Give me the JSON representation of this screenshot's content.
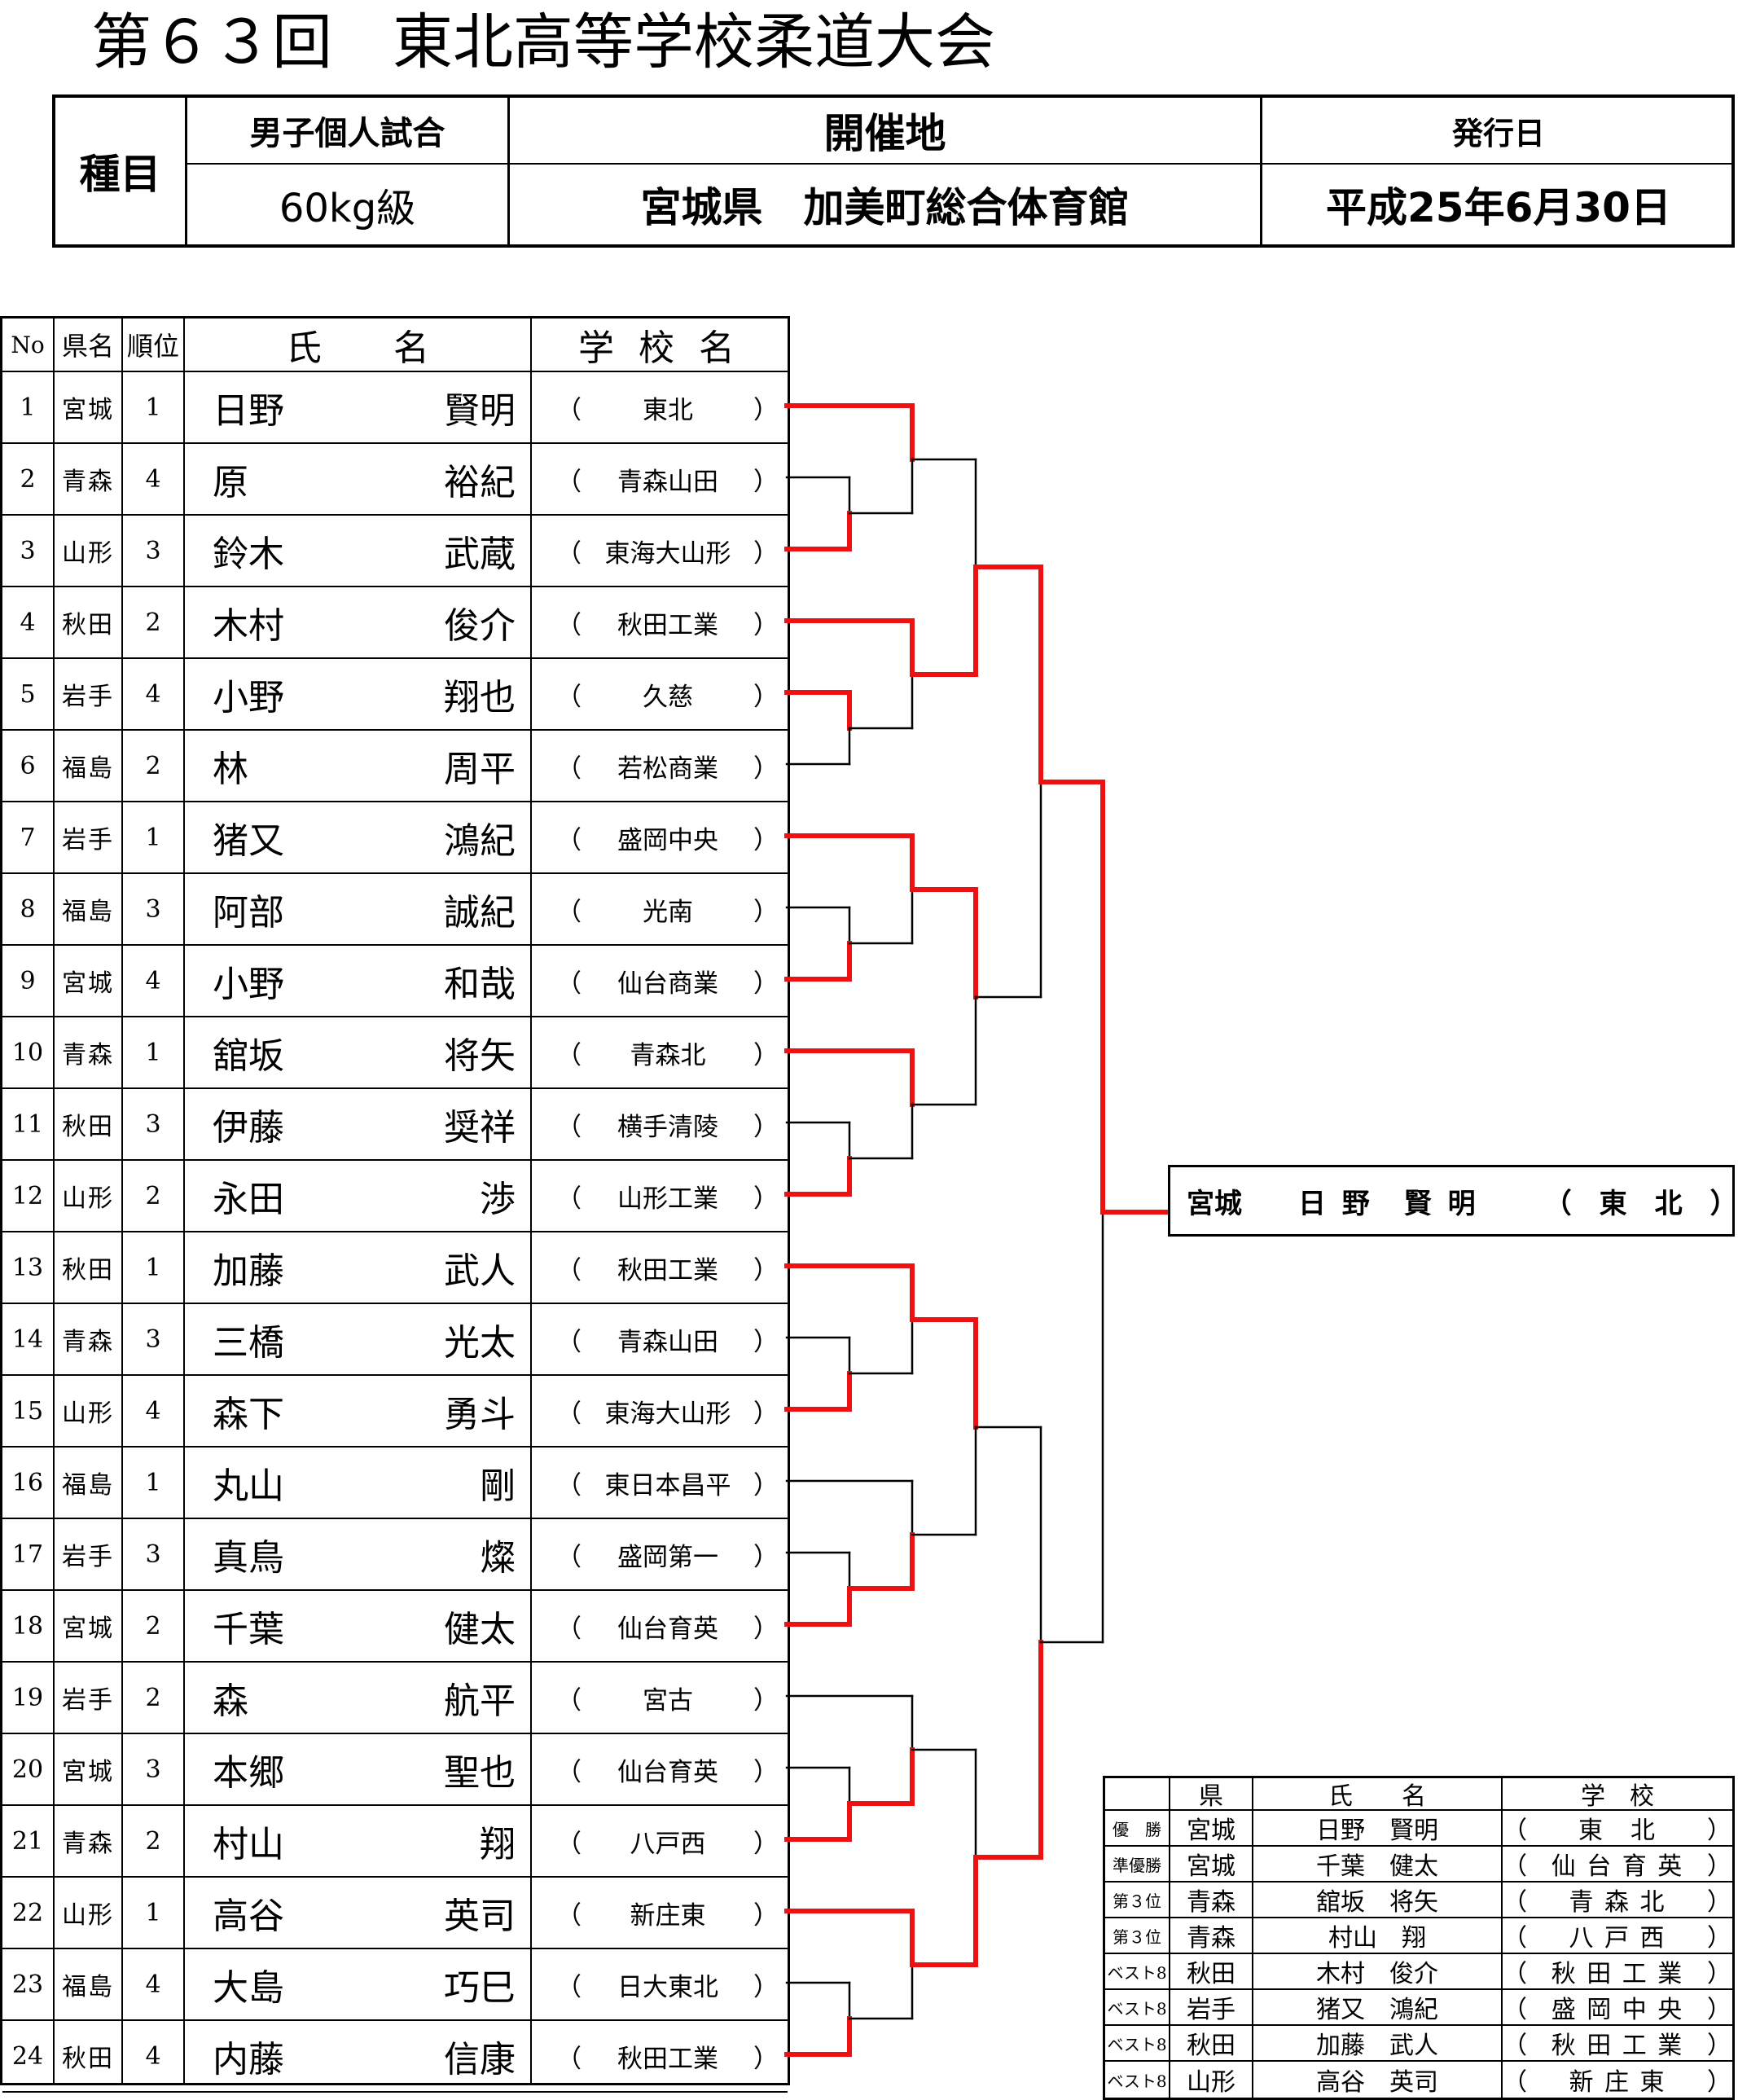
{
  "title": "第６３回　東北高等学校柔道大会",
  "header": {
    "event_label": "種目",
    "event_category": "男子個人試合",
    "weight_class": "60kg級",
    "venue_label": "開催地",
    "venue": "宮城県　加美町総合体育館",
    "date_label": "発行日",
    "date": "平成25年6月30日"
  },
  "columns": {
    "no": "No",
    "pref": "県名",
    "rank": "順位",
    "name": "氏　　名",
    "school": "学 校 名"
  },
  "players": [
    {
      "no": "1",
      "pref": "宮城",
      "rank": "1",
      "family": "日野",
      "given": "賢明",
      "school": "東北"
    },
    {
      "no": "2",
      "pref": "青森",
      "rank": "4",
      "family": "原",
      "given": "裕紀",
      "school": "青森山田"
    },
    {
      "no": "3",
      "pref": "山形",
      "rank": "3",
      "family": "鈴木",
      "given": "武蔵",
      "school": "東海大山形"
    },
    {
      "no": "4",
      "pref": "秋田",
      "rank": "2",
      "family": "木村",
      "given": "俊介",
      "school": "秋田工業"
    },
    {
      "no": "5",
      "pref": "岩手",
      "rank": "4",
      "family": "小野",
      "given": "翔也",
      "school": "久慈"
    },
    {
      "no": "6",
      "pref": "福島",
      "rank": "2",
      "family": "林",
      "given": "周平",
      "school": "若松商業"
    },
    {
      "no": "7",
      "pref": "岩手",
      "rank": "1",
      "family": "猪又",
      "given": "鴻紀",
      "school": "盛岡中央"
    },
    {
      "no": "8",
      "pref": "福島",
      "rank": "3",
      "family": "阿部",
      "given": "誠紀",
      "school": "光南"
    },
    {
      "no": "9",
      "pref": "宮城",
      "rank": "4",
      "family": "小野",
      "given": "和哉",
      "school": "仙台商業"
    },
    {
      "no": "10",
      "pref": "青森",
      "rank": "1",
      "family": "舘坂",
      "given": "将矢",
      "school": "青森北"
    },
    {
      "no": "11",
      "pref": "秋田",
      "rank": "3",
      "family": "伊藤",
      "given": "奨祥",
      "school": "横手清陵"
    },
    {
      "no": "12",
      "pref": "山形",
      "rank": "2",
      "family": "永田",
      "given": "渉",
      "school": "山形工業"
    },
    {
      "no": "13",
      "pref": "秋田",
      "rank": "1",
      "family": "加藤",
      "given": "武人",
      "school": "秋田工業"
    },
    {
      "no": "14",
      "pref": "青森",
      "rank": "3",
      "family": "三橋",
      "given": "光太",
      "school": "青森山田"
    },
    {
      "no": "15",
      "pref": "山形",
      "rank": "4",
      "family": "森下",
      "given": "勇斗",
      "school": "東海大山形"
    },
    {
      "no": "16",
      "pref": "福島",
      "rank": "1",
      "family": "丸山",
      "given": "剛",
      "school": "東日本昌平"
    },
    {
      "no": "17",
      "pref": "岩手",
      "rank": "3",
      "family": "真鳥",
      "given": "燦",
      "school": "盛岡第一"
    },
    {
      "no": "18",
      "pref": "宮城",
      "rank": "2",
      "family": "千葉",
      "given": "健太",
      "school": "仙台育英"
    },
    {
      "no": "19",
      "pref": "岩手",
      "rank": "2",
      "family": "森",
      "given": "航平",
      "school": "宮古"
    },
    {
      "no": "20",
      "pref": "宮城",
      "rank": "3",
      "family": "本郷",
      "given": "聖也",
      "school": "仙台育英"
    },
    {
      "no": "21",
      "pref": "青森",
      "rank": "2",
      "family": "村山",
      "given": "翔",
      "school": "八戸西"
    },
    {
      "no": "22",
      "pref": "山形",
      "rank": "1",
      "family": "高谷",
      "given": "英司",
      "school": "新庄東"
    },
    {
      "no": "23",
      "pref": "福島",
      "rank": "4",
      "family": "大島",
      "given": "巧巳",
      "school": "日大東北"
    },
    {
      "no": "24",
      "pref": "秋田",
      "rank": "4",
      "family": "内藤",
      "given": "信康",
      "school": "秋田工業"
    }
  ],
  "champion": {
    "pref": "宮城",
    "name": "日 野　賢 明",
    "school": "（　東　北　）"
  },
  "results": {
    "headers": {
      "pref": "県",
      "name": "氏　　名",
      "school": "学　校"
    },
    "rows": [
      {
        "place": "優　勝",
        "pref": "宮城",
        "name": "日野　賢明",
        "school": "東　北"
      },
      {
        "place": "準優勝",
        "pref": "宮城",
        "name": "千葉　健太",
        "school": "仙 台 育 英"
      },
      {
        "place": "第３位",
        "pref": "青森",
        "name": "舘坂　将矢",
        "school": "青 森 北"
      },
      {
        "place": "第３位",
        "pref": "青森",
        "name": "村山　翔",
        "school": "八 戸 西"
      },
      {
        "place": "ベスト8",
        "pref": "秋田",
        "name": "木村　俊介",
        "school": "秋 田 工 業"
      },
      {
        "place": "ベスト8",
        "pref": "岩手",
        "name": "猪又　鴻紀",
        "school": "盛 岡 中 央"
      },
      {
        "place": "ベスト8",
        "pref": "秋田",
        "name": "加藤　武人",
        "school": "秋 田 工 業"
      },
      {
        "place": "ベスト8",
        "pref": "山形",
        "name": "高谷　英司",
        "school": "新 庄 東"
      }
    ]
  },
  "colors": {
    "win_line": "#ee1111",
    "lose_line": "#000000"
  }
}
